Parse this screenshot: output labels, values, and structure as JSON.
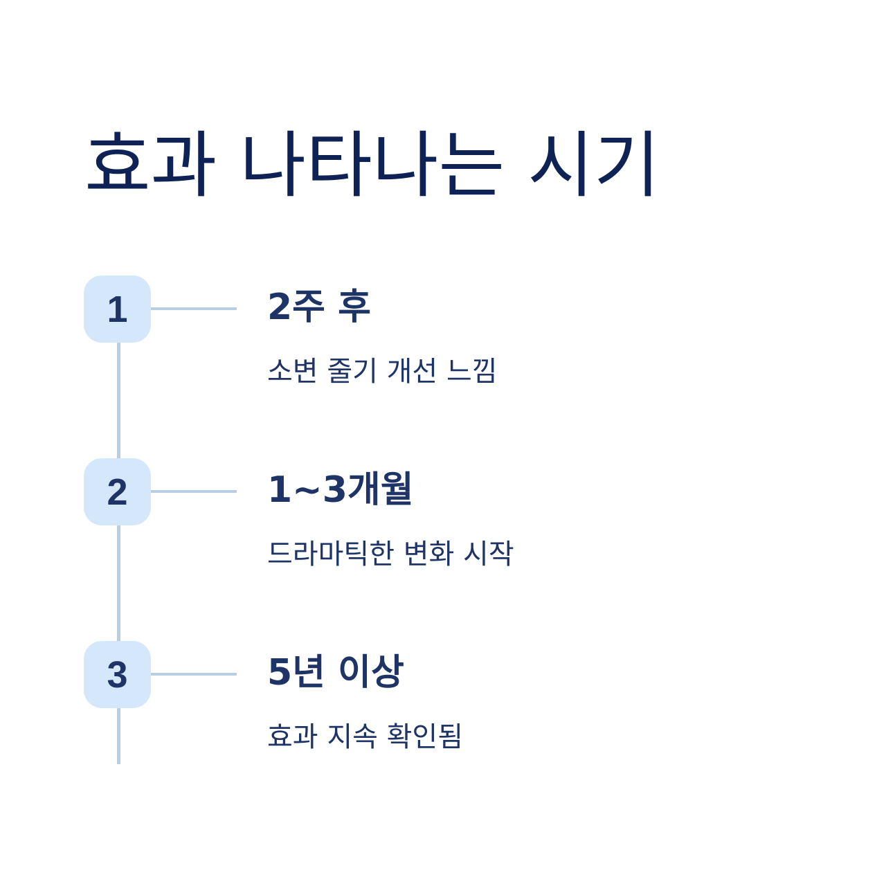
{
  "title": "효과 나타나는 시기",
  "steps": [
    {
      "number": "1",
      "time": "2주 후",
      "description": "소변 줄기 개선 느낌"
    },
    {
      "number": "2",
      "time": "1~3개월",
      "description": "드라마틱한 변화 시작"
    },
    {
      "number": "3",
      "time": "5년 이상",
      "description": "효과 지속 확인됨"
    }
  ],
  "colors": {
    "title": "#0f2255",
    "text": "#1e3466",
    "badge_bg": "#d5e8fb",
    "line": "#b8cfe3"
  }
}
